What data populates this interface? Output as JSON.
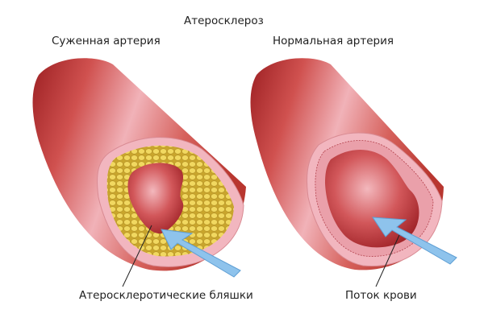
{
  "diagram": {
    "title": "Атеросклероз",
    "left_panel": {
      "heading": "Суженная артерия",
      "callout": "Атеросклеротические бляшки"
    },
    "right_panel": {
      "heading": "Нормальная артерия",
      "callout": "Поток крови"
    },
    "colors": {
      "artery_outer": "#c8413f",
      "artery_highlight": "#f0a5ad",
      "artery_dark": "#8e1a1c",
      "wall_pink": "#f2b6bf",
      "plaque_yellow": "#e8c84a",
      "arrow_blue": "#8ec3ec",
      "background": "#ffffff"
    }
  }
}
